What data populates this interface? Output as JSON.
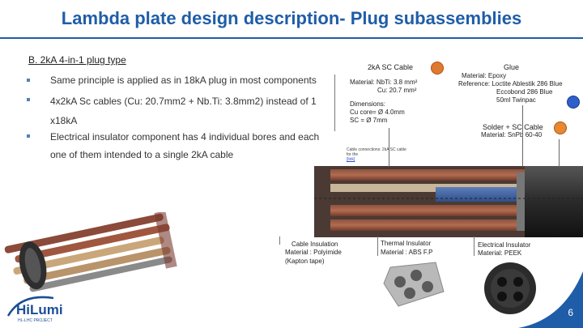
{
  "slide": {
    "title": "Lambda plate design description- Plug subassemblies",
    "subheading": "B. 2kA 4-in-1 plug type",
    "bullets": [
      "Same principle is applied as in 18kA plug in most components",
      "4x2kA Sc cables (Cu: 20.7mm2 + Nb.Ti: 3.8mm2) instead of 1 x18kA",
      "Electrical insulator component has 4 individual bores and each one of them intended to a single 2kA cable"
    ],
    "sc_cable": {
      "heading": "2kA SC Cable",
      "material_line1": "Material: NbTi: 3.8 mm²",
      "material_line2": "Cu: 20.7 mm²",
      "dimensions_label": "Dimensions:",
      "dimension_cu": "Cu core= Ø 4.0mm",
      "dimension_sc": "SC = Ø 7mm"
    },
    "glue": {
      "heading": "Glue",
      "material": "Material: Epoxy",
      "reference_line1": "Reference: Loctite Ablestik 286 Blue",
      "reference_line2": "Eccobond 286 Blue",
      "reference_line3": "50ml Twinpac"
    },
    "solder": {
      "heading": "Solder + SC Cable",
      "material": "Material: SnPb 60-40"
    },
    "tiny_note": {
      "line1": "Cable connections: 2kA SC cable for the",
      "line2": "",
      "link_text": "[link]"
    },
    "cable_insulation": {
      "heading": "Cable Insulation",
      "material": "Material : Polyimide",
      "note": "(Kapton tape)"
    },
    "thermal_insulator": {
      "heading": "Thermal Insulator",
      "material": "Material : ABS F.P"
    },
    "electrical_insulator": {
      "heading": "Electrical Insulator",
      "material": "Material: PEEK"
    },
    "logo": {
      "name": "HiLumi",
      "tagline": "HL-LHC PROJECT"
    },
    "page_number": "6",
    "colors": {
      "title": "#1f5da8",
      "bullet": "#4f81bd",
      "sc_circle": "#e07a2e",
      "glue_circle": "#2f5fc8",
      "footer": "#1f5da8"
    }
  }
}
